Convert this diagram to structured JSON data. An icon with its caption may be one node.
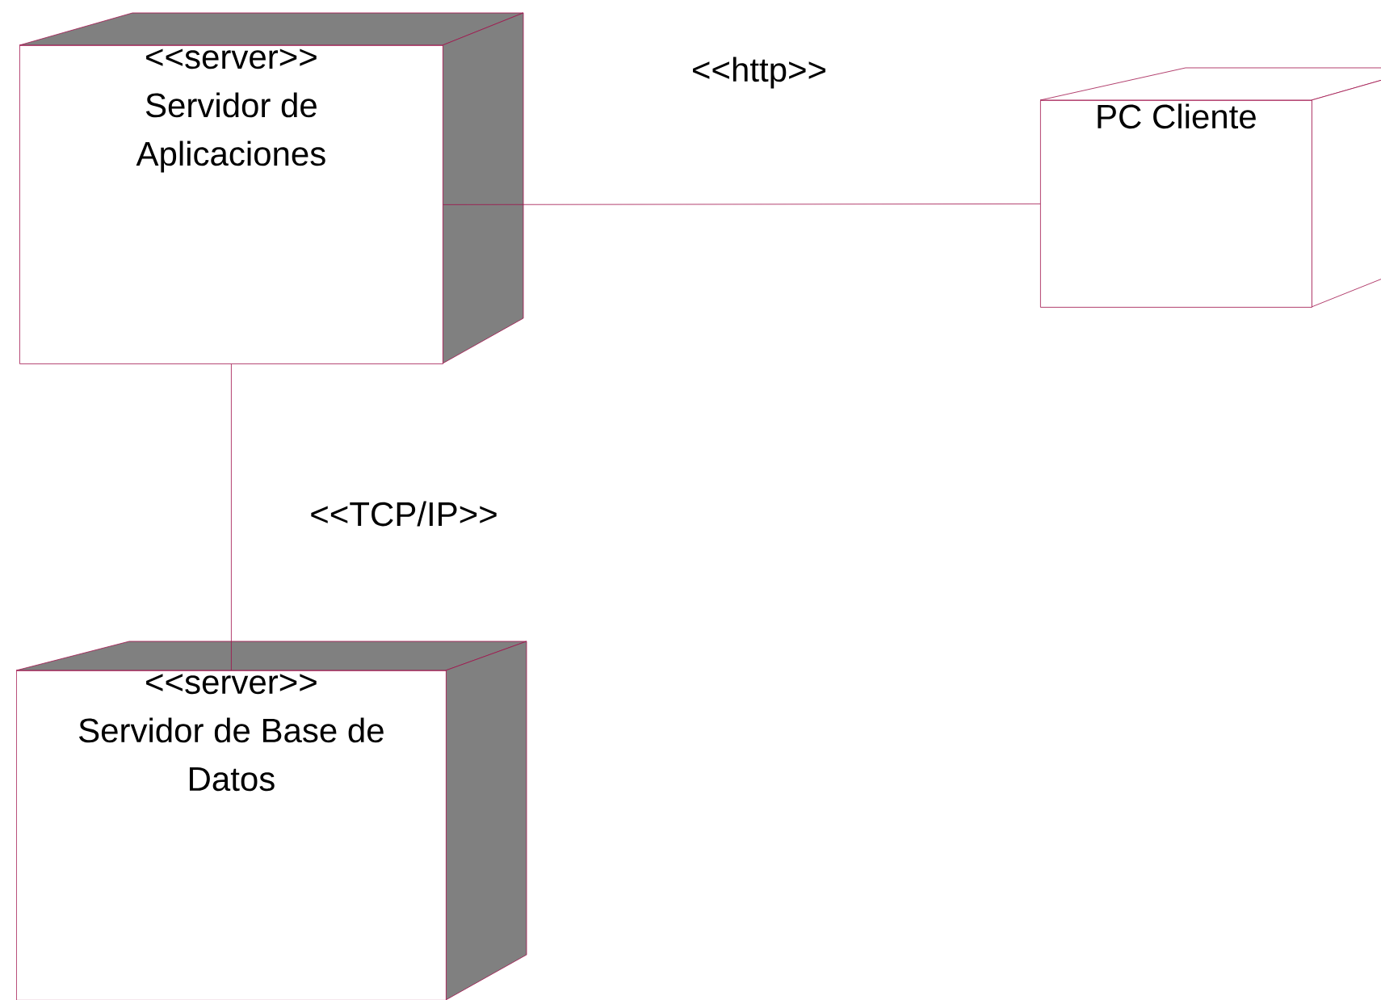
{
  "diagram": {
    "nodes": [
      {
        "text": [
          "<<server>>",
          "Servidor de Aplicaciones"
        ]
      },
      {
        "text": [
          "PC Cliente"
        ]
      },
      {
        "text": [
          "<<server>>",
          "Servidor de Base de Datos"
        ]
      }
    ],
    "edges": [
      {
        "from": 0,
        "to": 1,
        "arrow": "none",
        "label": "<<http>>"
      },
      {
        "from": 0,
        "to": 2,
        "arrow": "none",
        "label": "<<TCP/IP>>"
      }
    ]
  }
}
